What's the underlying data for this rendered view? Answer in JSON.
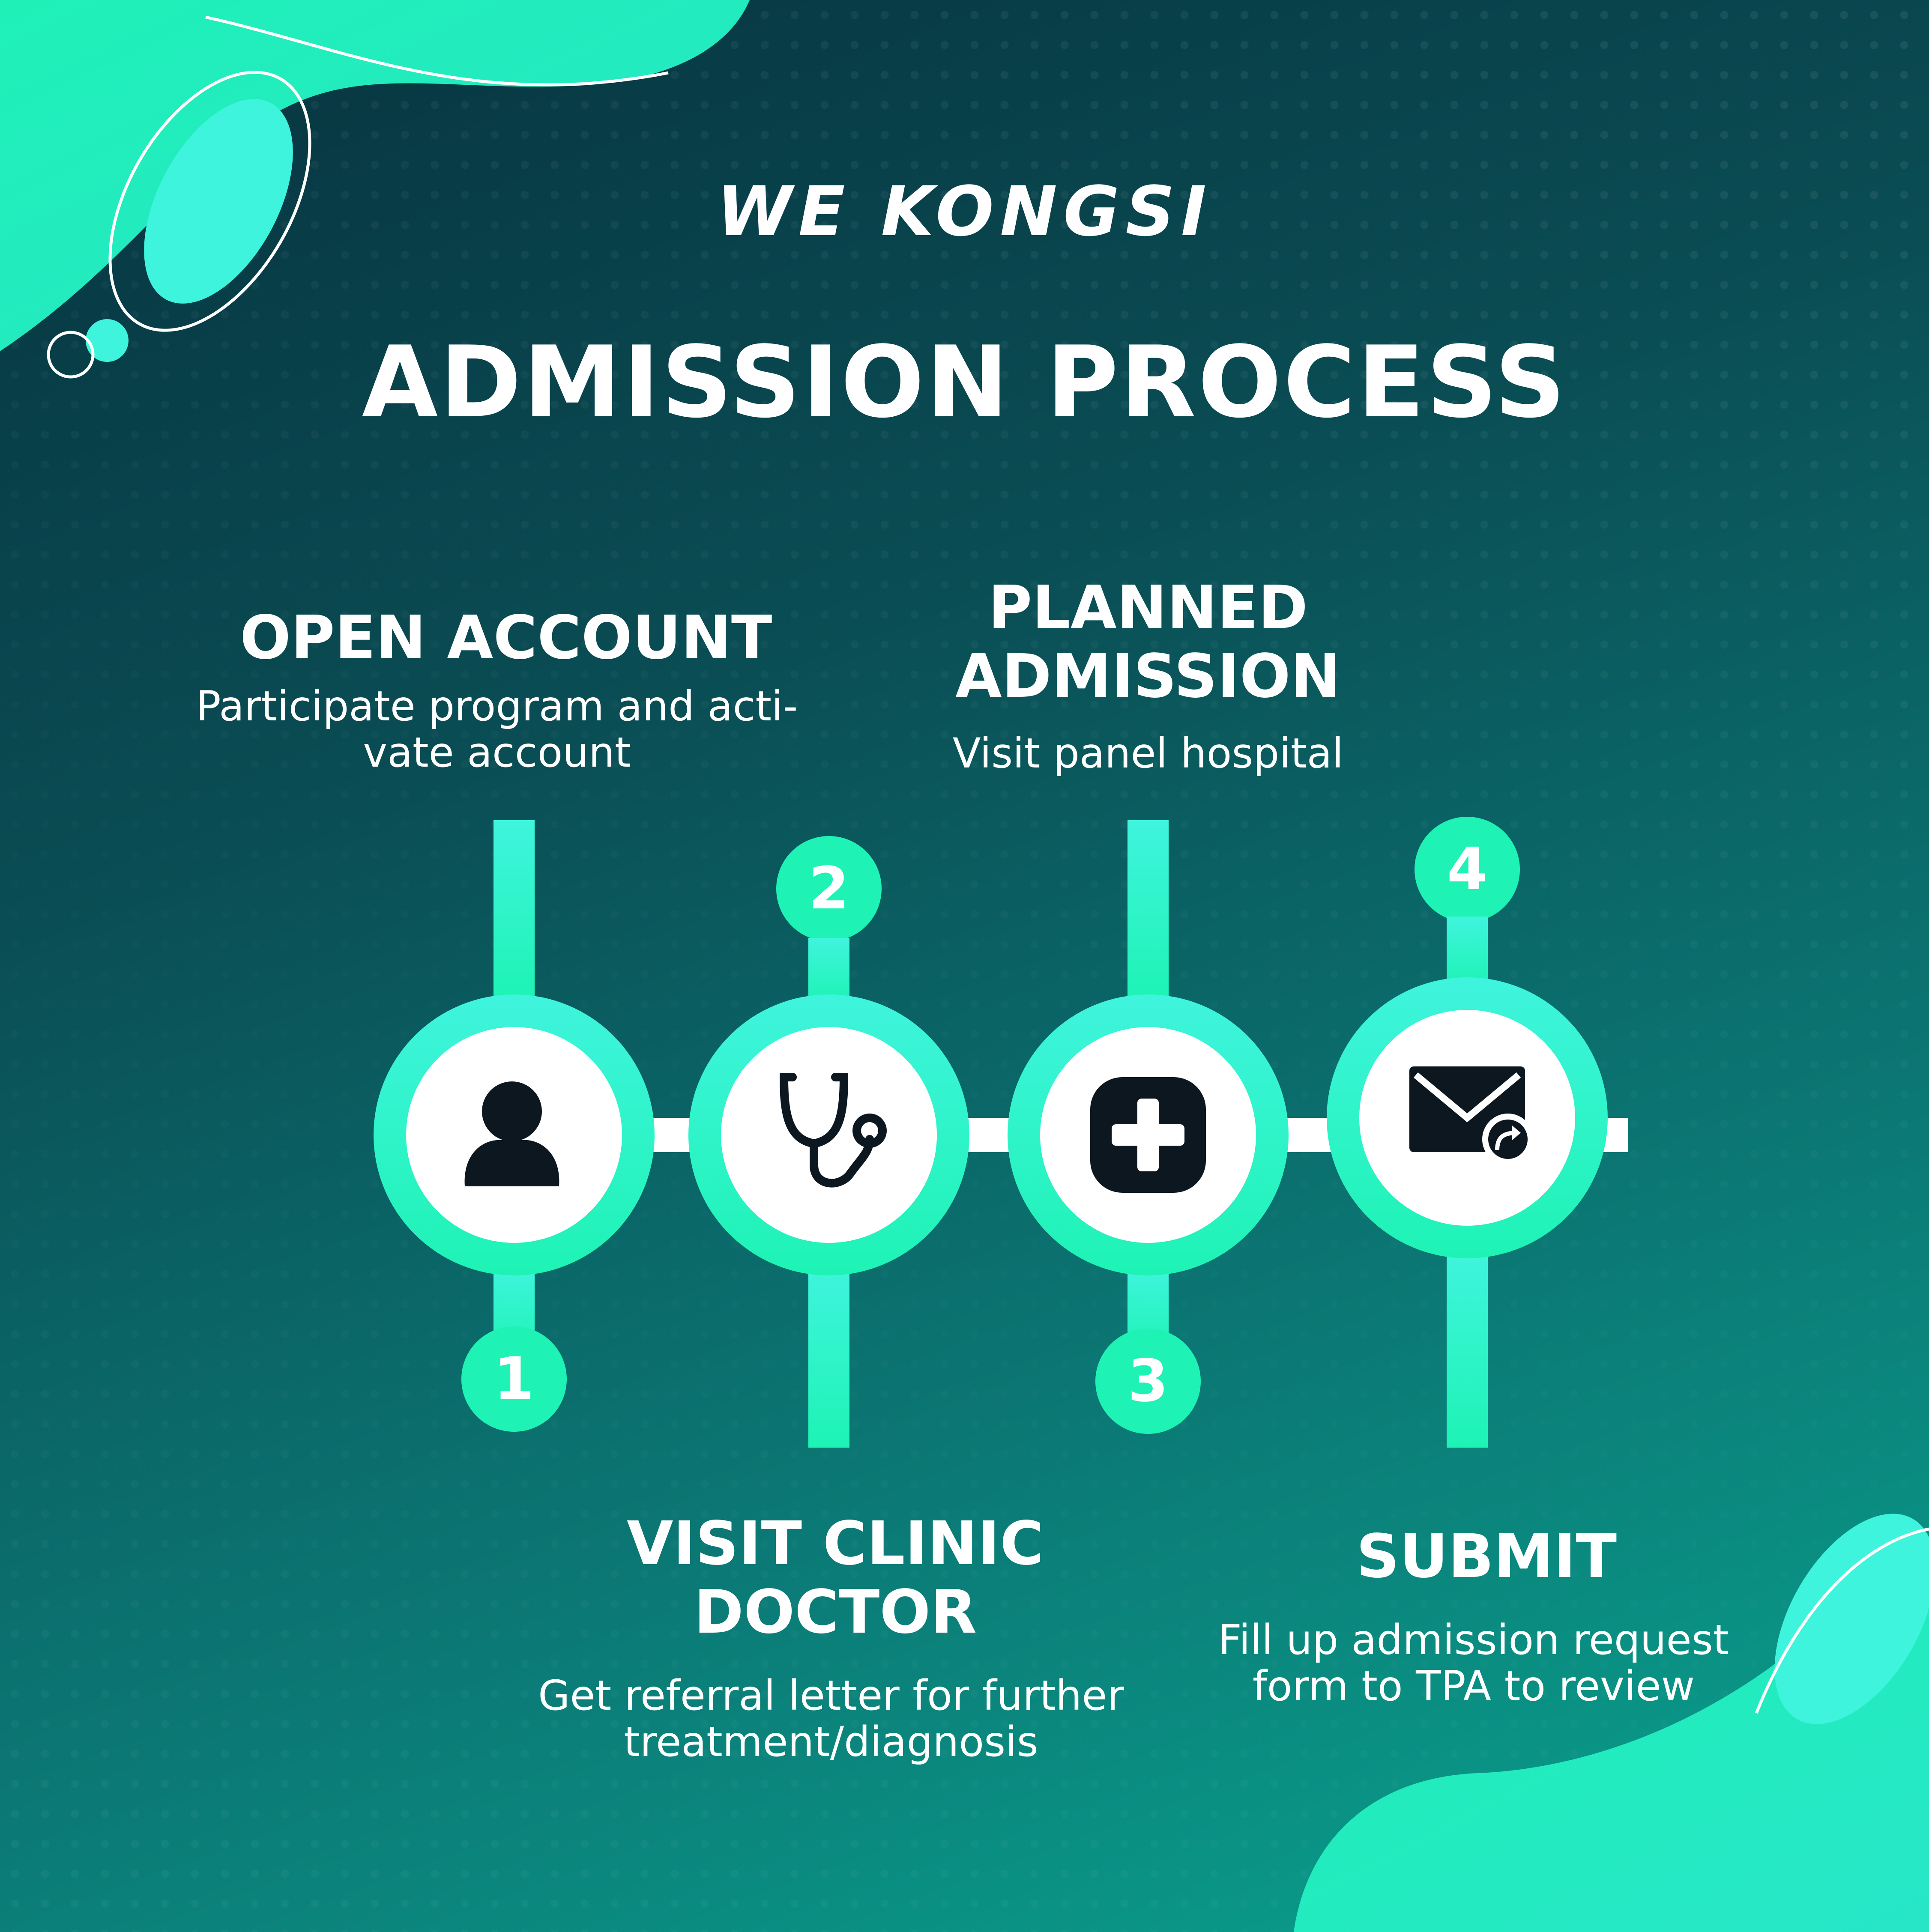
{
  "brand": {
    "logo_text": "WE KONGSI"
  },
  "title": "ADMISSION PROCESS",
  "colors": {
    "accent": "#1ef3b5",
    "accent_light": "#3ff4dd",
    "dark": "#0d1720",
    "white": "#ffffff"
  },
  "steps": [
    {
      "number": "1",
      "title": "OPEN ACCOUNT",
      "desc_line1": "Participate program and acti-",
      "desc_line2": "vate account",
      "icon": "person-icon"
    },
    {
      "number": "2",
      "title_line1": "VISIT CLINIC",
      "title_line2": "DOCTOR",
      "desc_line1": "Get referral letter for further",
      "desc_line2": "treatment/diagnosis",
      "icon": "stethoscope-icon"
    },
    {
      "number": "3",
      "title_line1": "PLANNED",
      "title_line2": "ADMISSION",
      "desc_line1": "Visit panel hospital",
      "icon": "medical-cross-icon"
    },
    {
      "number": "4",
      "title": "SUBMIT",
      "desc_line1": "Fill up admission request",
      "desc_line2": "form to TPA to review",
      "icon": "mail-forward-icon"
    }
  ]
}
